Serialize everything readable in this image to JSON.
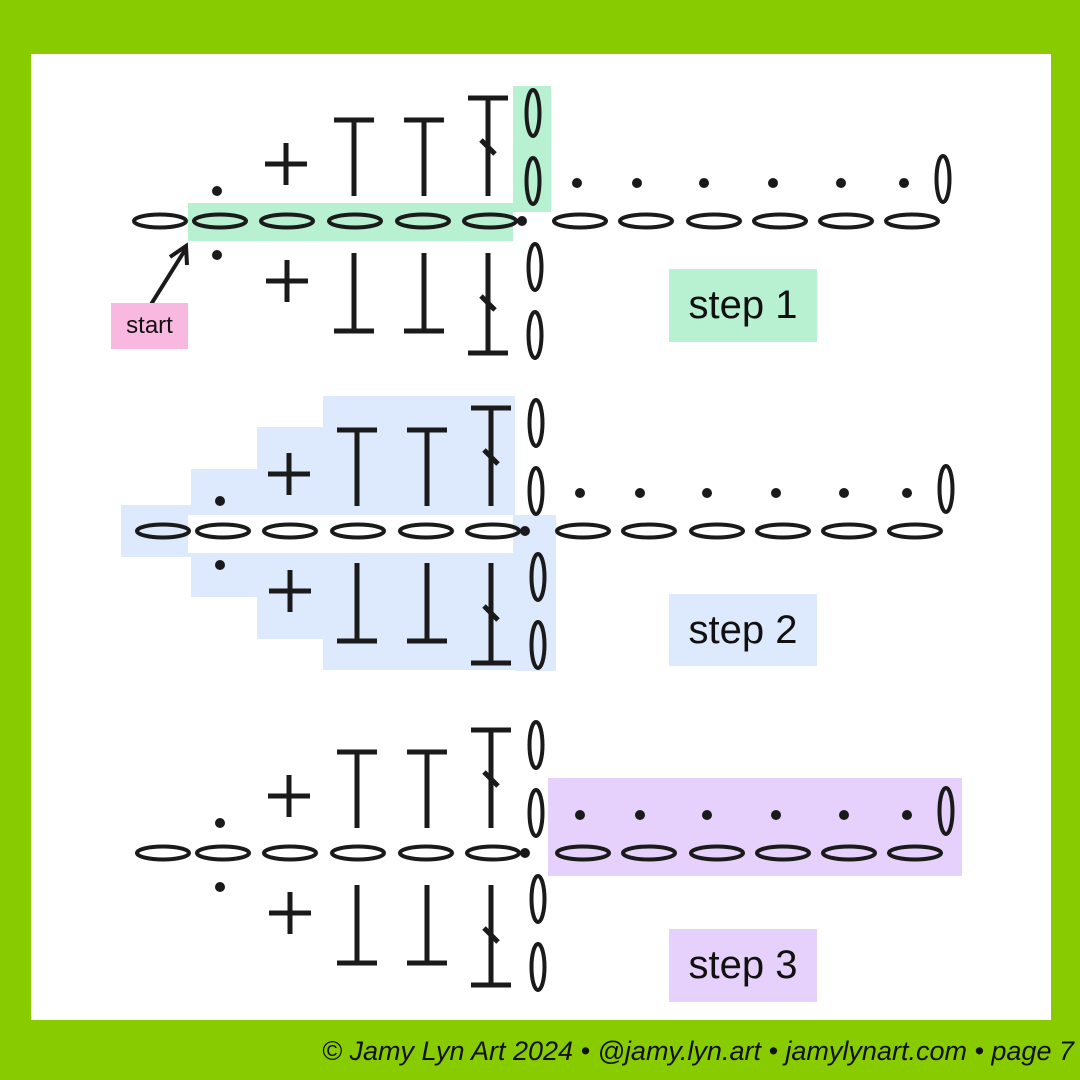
{
  "colors": {
    "border": "#88cc00",
    "panel": "#ffffff",
    "ink": "#1a1a1a",
    "step1_highlight": "#b8f0d2",
    "step2_highlight": "#dde9fc",
    "step3_highlight": "#e6d1fc",
    "start_highlight": "#f9b8df"
  },
  "labels": {
    "start": "start",
    "step1": "step 1",
    "step2": "step 2",
    "step3": "step 3"
  },
  "footer": {
    "credit": "© Jamy Lyn Art 2024 • @jamy.lyn.art • jamylynart.com • page 7"
  },
  "stitch_legend_icons": [
    "chain-stitch-icon",
    "slip-stitch-icon",
    "single-crochet-icon",
    "half-double-crochet-icon",
    "double-crochet-icon"
  ]
}
